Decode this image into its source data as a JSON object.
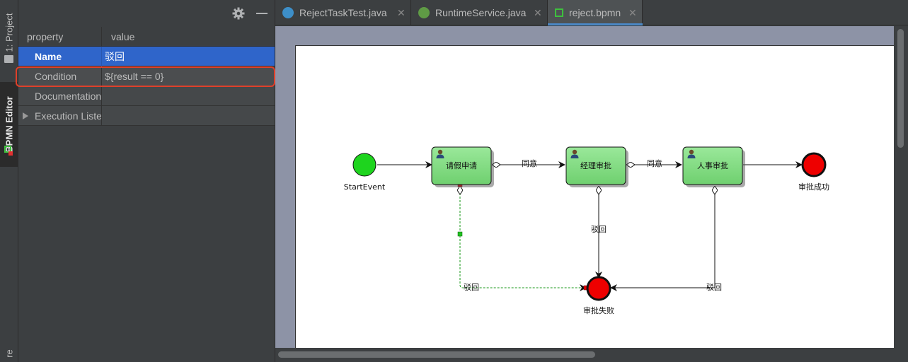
{
  "sidebar": {
    "project_tab": "1: Project",
    "bpmn_tab": "BPMN Editor",
    "bottom_tab": "re"
  },
  "properties": {
    "header_property": "property",
    "header_value": "value",
    "rows": [
      {
        "property": "Name",
        "value": "驳回"
      },
      {
        "property": "Condition",
        "value": "${result == 0}"
      },
      {
        "property": "Documentation",
        "value": ""
      },
      {
        "property": "Execution Listeners",
        "value": ""
      }
    ]
  },
  "tabs": [
    {
      "label": "RejectTaskTest.java",
      "icon": "java-class-icon"
    },
    {
      "label": "RuntimeService.java",
      "icon": "java-interface-icon"
    },
    {
      "label": "reject.bpmn",
      "icon": "bpmn-file-icon"
    }
  ],
  "diagram": {
    "start_label": "StartEvent",
    "task_apply": "请假申请",
    "task_manager": "经理审批",
    "task_hr": "人事审批",
    "end_success": "审批成功",
    "end_fail": "审批失败",
    "flow_agree_1": "同意",
    "flow_agree_2": "同意",
    "flow_reject_1": "驳回",
    "flow_reject_2": "驳回",
    "flow_reject_3": "驳回"
  },
  "colors": {
    "task_fill": "#8ee08e",
    "start_fill": "#1ed41e",
    "end_fill": "#ee0000",
    "selection": "#2f65ca",
    "highlight": "#e0402a"
  }
}
